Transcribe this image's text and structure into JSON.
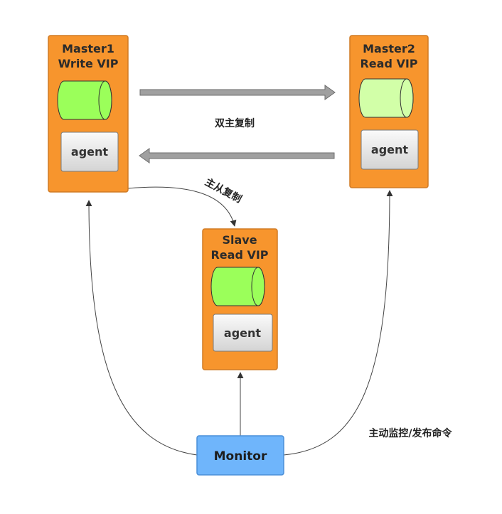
{
  "nodes": {
    "master1": {
      "title_line1": "Master1",
      "title_line2": "Write VIP",
      "agent_label": "agent",
      "db_color": "#9bff5a"
    },
    "master2": {
      "title_line1": "Master2",
      "title_line2": "Read VIP",
      "agent_label": "agent",
      "db_color": "#d2ffa8"
    },
    "slave": {
      "title_line1": "Slave",
      "title_line2": "Read VIP",
      "agent_label": "agent",
      "db_color": "#9bff5a"
    },
    "monitor": {
      "label": "Monitor"
    }
  },
  "edges": {
    "dual_master_replication": "双主复制",
    "master_slave_replication": "主从复制",
    "monitor_command": "主动监控/发布命令"
  },
  "colors": {
    "node_fill": "#f7952d",
    "node_border": "#d07b25",
    "monitor_fill": "#6fb5fb",
    "monitor_border": "#4a8fd8",
    "arrow_fill": "#a0a0a0",
    "line": "#444444"
  }
}
